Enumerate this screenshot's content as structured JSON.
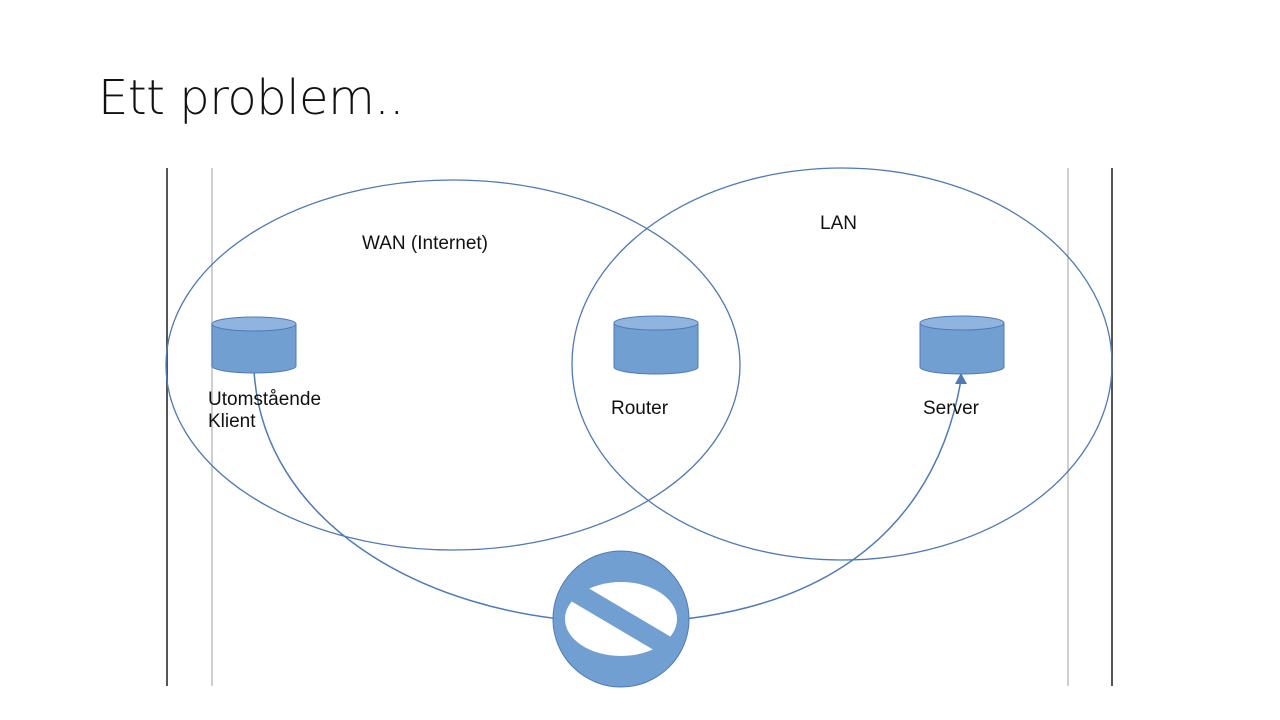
{
  "slide": {
    "title": "Ett problem.."
  },
  "diagram": {
    "zones": {
      "wan": "WAN (Internet)",
      "lan": "LAN"
    },
    "nodes": {
      "client_line1": "Utomstående",
      "client_line2": "Klient",
      "router": "Router",
      "server": "Server"
    },
    "colors": {
      "stroke": "#4f7ab3",
      "node_fill": "#729fd2",
      "node_top": "#8fb4df",
      "frame": "#555555",
      "inner_frame": "#cfcfcf"
    },
    "blocked_icon": "no-entry-icon"
  }
}
